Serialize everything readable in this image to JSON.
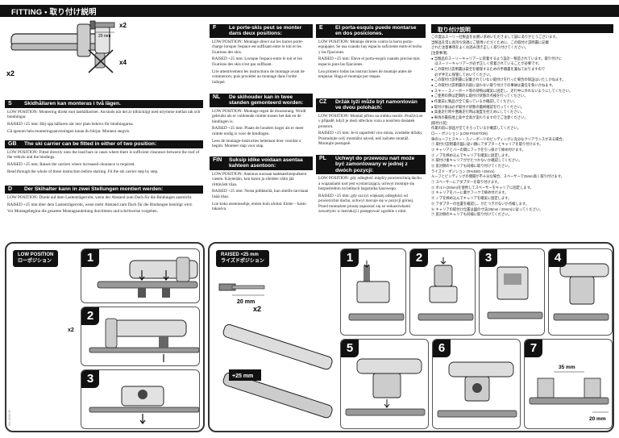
{
  "header": {
    "title": "FITTING •  取り付け説明"
  },
  "hero": {
    "dim_label": "20 mm",
    "qty_screw": "x2",
    "qty_cross": "x4",
    "qty_carrier": "x2"
  },
  "sections_left": [
    {
      "code": "S",
      "title": "Skidhållaren kan monteras i två lägen.",
      "paras": [
        "LOW POSITION: Montering direkt mot lasthållarritet. Används när det är tillräckligt med utrymme mellan tak och bindningar.",
        "RAISED +25 mm: Höj upp hållaren när mer plats behövs för bindningarna.",
        "Gå igenom hela monteringsanvisningen innan du börjar. Montera stegvis."
      ]
    },
    {
      "code": "GB",
      "title": "The ski carrier can be fitted in either of two position:",
      "paras": [
        "LOW POSITION: Fitted directly onto the load bars in cases where there is sufficient clearance between the roof of the vehicle and the bindings.",
        "RAISED +25 mm: Raises the carriers where increased clearance is required.",
        "Read through the whole of these instruction before starting. Fit the ski carrier step by step."
      ]
    },
    {
      "code": "D",
      "title": "Der Skihalter kann in zwei Stellungen montiert werden:",
      "paras": [
        "LOW POSITION: Direkt auf dem Lastenträgerrohr, wenn der Abstand zum Dach für die Bindungen ausreicht.",
        "RAISED +25 mm über dem Lastenträgerrohr, wenn mehr Abstand zum Dach für die Bindungen benötigt wird.",
        "Vor Montagebeginn die gesamte Montageanleitung durchlesen und schrittweise vorgehen."
      ]
    }
  ],
  "sections_mid": [
    {
      "code": "F",
      "title": "Le porte-skis peut se monter dans deux positions:",
      "paras": [
        "LOW POSITION: Montage direct sur les barres porte-charge lorsque l'espace est suffisant entre le toit et les fixations des skis.",
        "RAISED +25 mm: Lorsque l'espace entre le toit et les fixations des skis n'est pas suffisant.",
        "Lire attentivement les instructions de montage avant de commencer, puis procéder au montage dans l'ordre indiqué."
      ]
    },
    {
      "code": "NL",
      "title": "De skihouder kan in twee standen gemonteerd worden:",
      "paras": [
        "LOW POSITION: Montage tegen de dwarsstang. Wordt gebruikt als er voldoende ruimte tussen het dak en de bindingen is.",
        "RAISED +25 mm: Plaats de houders hoger als er meer ruimte nodig is voor de bindingen.",
        "Lees de montage-instructies helemaal door voordat u begint. Monteer stap voor stap."
      ]
    },
    {
      "code": "FIN",
      "title": "Suksip idike voidaan asentaa kahteen asentoon:",
      "paras": [
        "LOW POSITION: Asennus suoraan taakkatelineputkeen vasten. Käytetään, kun katon ja siteiden välin jää riittävästi tilaa.",
        "RAISED +25 mm: Nosta pidikkeitä, kun siteille tarvitaan lisää tilaa.",
        "Lue koko asennusohje, ennen kuin aloitat. Etene – kasto takasiva."
      ]
    }
  ],
  "sections_right": [
    {
      "code": "E",
      "title": "El porta-esquís puede montarse en dos posiciones.",
      "paras": [
        "LOW POSITION: Montaje directo contra la barra porta-equipajes. Se usa cuando hay espacio suficiente entre el techo y las fijaciones.",
        "RAISED +25 mm: Eleve el porta-esquís cuando precise más espacio para las fijaciones.",
        "Lea primero todas las instrucciones de montaje antes de empezar. Haga el montaje por etapas."
      ]
    },
    {
      "code": "CZ",
      "title": "Držák lyží může být namontován ve dvou polohách:",
      "paras": [
        "LOW POSITION: Montáž přímo na trubku nosiče. Používá se v případě, když je mezi střechou vozu a nosičem dostatek prostoru.",
        "RAISED +25 mm: Je-li zapotřebí více místa, zvedněte držáky. Prostudujte celý montážní návod, než začnete montáž. Montujte postupně."
      ]
    },
    {
      "code": "PL",
      "title": "Uchwyt do przewozu nart może być zamontowany w jednej z dwóch pozycji:",
      "paras": [
        "LOW POSITION: gdy odległość między powierzchnią dachu a wiązaniami nart jest wystarczająca, uchwyt montuje się bezpośrednio na belkach bagażnika bazowego.",
        "RAISED +25 mm: gdy szczyt większej odległości od powierzchni dachu, uchwyt mocuje się w pozycji górnej. Przed montażem proszę zapoznać się ze wskazówkami zawartymi w instrukcji i postępować zgodnie z nimi."
      ]
    }
  ],
  "japanese": {
    "title": "取り付け説明",
    "lines": [
      "この度はスーリー社製品をお買い求めいただきまして誠にありがとうございます。",
      "当製品を常に長持ち快適にご使用いただくために、この取付け説明書に記載",
      "された注意事項をよくお読み頂き正しく取り付けてください。",
      "[注意事項]",
      "● 当製品のスーリーキャリアーに装着するよう設計・製造されています。取り付けに",
      "　はスーリーキャリアーが必ず正しく装着されていることが必要です。",
      "● この取付け説明書は安全を確保するための手順書を兼ねておりますので",
      "　必ず手元に保管しておいてください。",
      "● この取付け説明書に記載されていない取付けを行った場合の保証はいたしかねます。",
      "● この取付け説明書の内容に従わない取り付けでの事故は責任を負いかねます。",
      "● スキー・スノーボード等の荷物は確実に固定し、走行中に外れないようにしてください。",
      "● ご使用の際は定期的に取付け状態の点検を行ってください。",
      "● 作業前に製品が全て揃っているか確認してください。",
      "● 取付け後は必ず取付け状態の最終確認を行ってください。",
      "● 高速走行時や悪路走行時は速度を控えめにしてください。",
      "● 車両の最低地上高や全高が変わりますのでご注意ください。",
      "[取付け前]",
      "作業の前に部品が全てそろっているか確認してください。",
      "ロー・ポジション (LOW POSITION)",
      "車のルーフとスキー・スノーボードのビンディングに充分なクリアランスがある場合、",
      "① 取付け説明書の図に従い順にアダプターとキャリアを取り付けます。",
      "② キャリアとバーの間にフックを引っ掛けて締め付けます。",
      "③ ノブを締め込んでキャリアを確実に固定します。",
      "④ 取付け後キャリアががたつかないか確認してください。",
      "⑤ 反対側のキャリアも同様に取り付けてください。",
      "ライズド・ポジション (RAISED +25mm)",
      "ルーフとビンディングの間隔が不十分な場合、スペーサーで25mm高く取り付けます。",
      "① スペーサーにアダプターを取り付けます。",
      "② ボルト(20mm)を使用してスペーサーをキャリアに固定します。",
      "③ キャリアをバーに載せフックで締め付けます。",
      "④ ノブを締め込んでキャリアを確実に固定します。",
      "⑤ アダプターの位置を確認し、がたつきがないか点検します。",
      "⑥ キャリアの取付け位置は図の寸法(35mm / 20mm)に従ってください。",
      "⑦ 反対側のキャリアも同様に取り付けてください。"
    ]
  },
  "panel_low": {
    "badge": "LOW POSITION\nローポジション",
    "steps": [
      "1",
      "2",
      "3"
    ],
    "qty_carrier": "x2",
    "footer_code": "501-8036-05"
  },
  "panel_raised": {
    "badge": "RAISED +25 mm\nライズドポジション",
    "steps": [
      "1",
      "2",
      "3",
      "4",
      "5",
      "6",
      "7"
    ],
    "dim_20": "20 mm",
    "qty_screw": "x2",
    "raise_label": "+25 mm",
    "dim_35": "35 mm",
    "dim_20b": "20 mm"
  }
}
